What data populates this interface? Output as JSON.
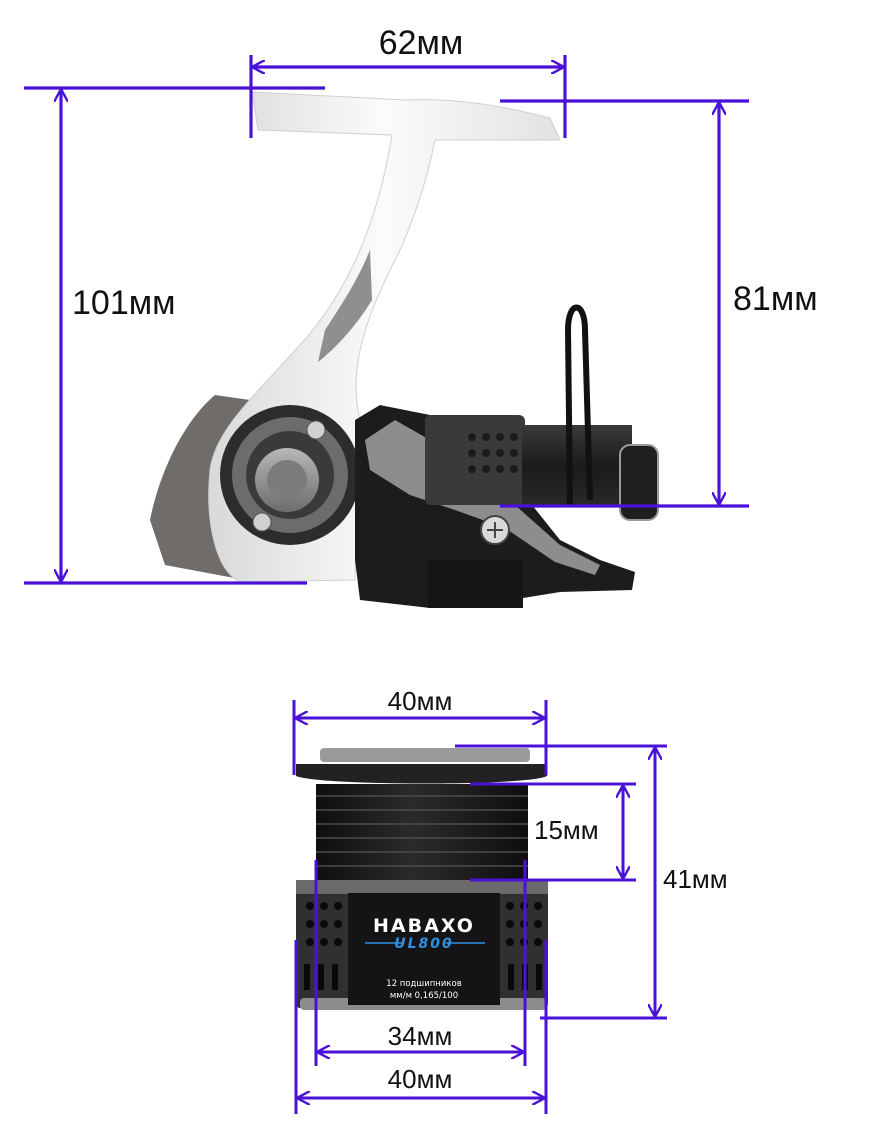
{
  "dimensions": {
    "reel_width": "62мм",
    "reel_height_total": "101мм",
    "reel_height_spool_axis": "81мм",
    "spool_top_width": "40мм",
    "spool_line_depth": "15мм",
    "spool_height": "41мм",
    "spool_inner_width": "34мм",
    "spool_bottom_width": "40мм"
  },
  "spool_print": {
    "brand": "HABAXO",
    "model": "UL800",
    "bearings": "12 подшипников",
    "capacity": "мм/м 0,165/100"
  },
  "colors": {
    "dimension_line": "#4a12d8",
    "reel_body": "#f1f1f1",
    "reel_dark": "#1c1c1e",
    "reel_metal": "#8a8a8c",
    "accent_blue": "#2f8fe0"
  }
}
